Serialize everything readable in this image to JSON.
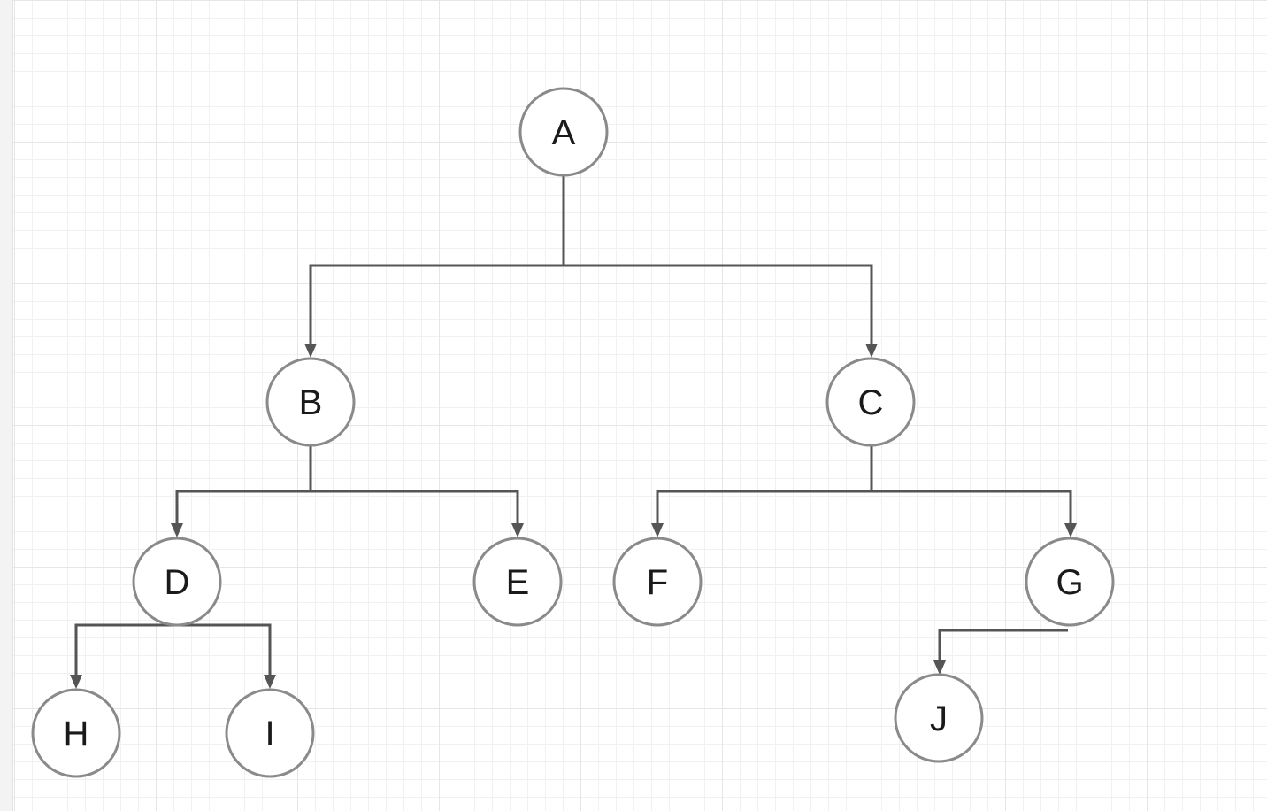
{
  "diagram": {
    "type": "tree",
    "nodes": [
      {
        "id": "A",
        "label": "A"
      },
      {
        "id": "B",
        "label": "B"
      },
      {
        "id": "C",
        "label": "C"
      },
      {
        "id": "D",
        "label": "D"
      },
      {
        "id": "E",
        "label": "E"
      },
      {
        "id": "F",
        "label": "F"
      },
      {
        "id": "G",
        "label": "G"
      },
      {
        "id": "H",
        "label": "H"
      },
      {
        "id": "I",
        "label": "I"
      },
      {
        "id": "J",
        "label": "J"
      }
    ],
    "edges": [
      {
        "from": "A",
        "to": "B"
      },
      {
        "from": "A",
        "to": "C"
      },
      {
        "from": "B",
        "to": "D"
      },
      {
        "from": "B",
        "to": "E"
      },
      {
        "from": "C",
        "to": "F"
      },
      {
        "from": "C",
        "to": "G"
      },
      {
        "from": "D",
        "to": "H"
      },
      {
        "from": "D",
        "to": "I"
      },
      {
        "from": "G",
        "to": "J"
      }
    ],
    "colors": {
      "edge": "#555555",
      "node_border": "#8a8a8a",
      "node_fill": "#ffffff",
      "grid_minor": "#f1f1f1",
      "grid_major": "#e6e6e6"
    }
  }
}
